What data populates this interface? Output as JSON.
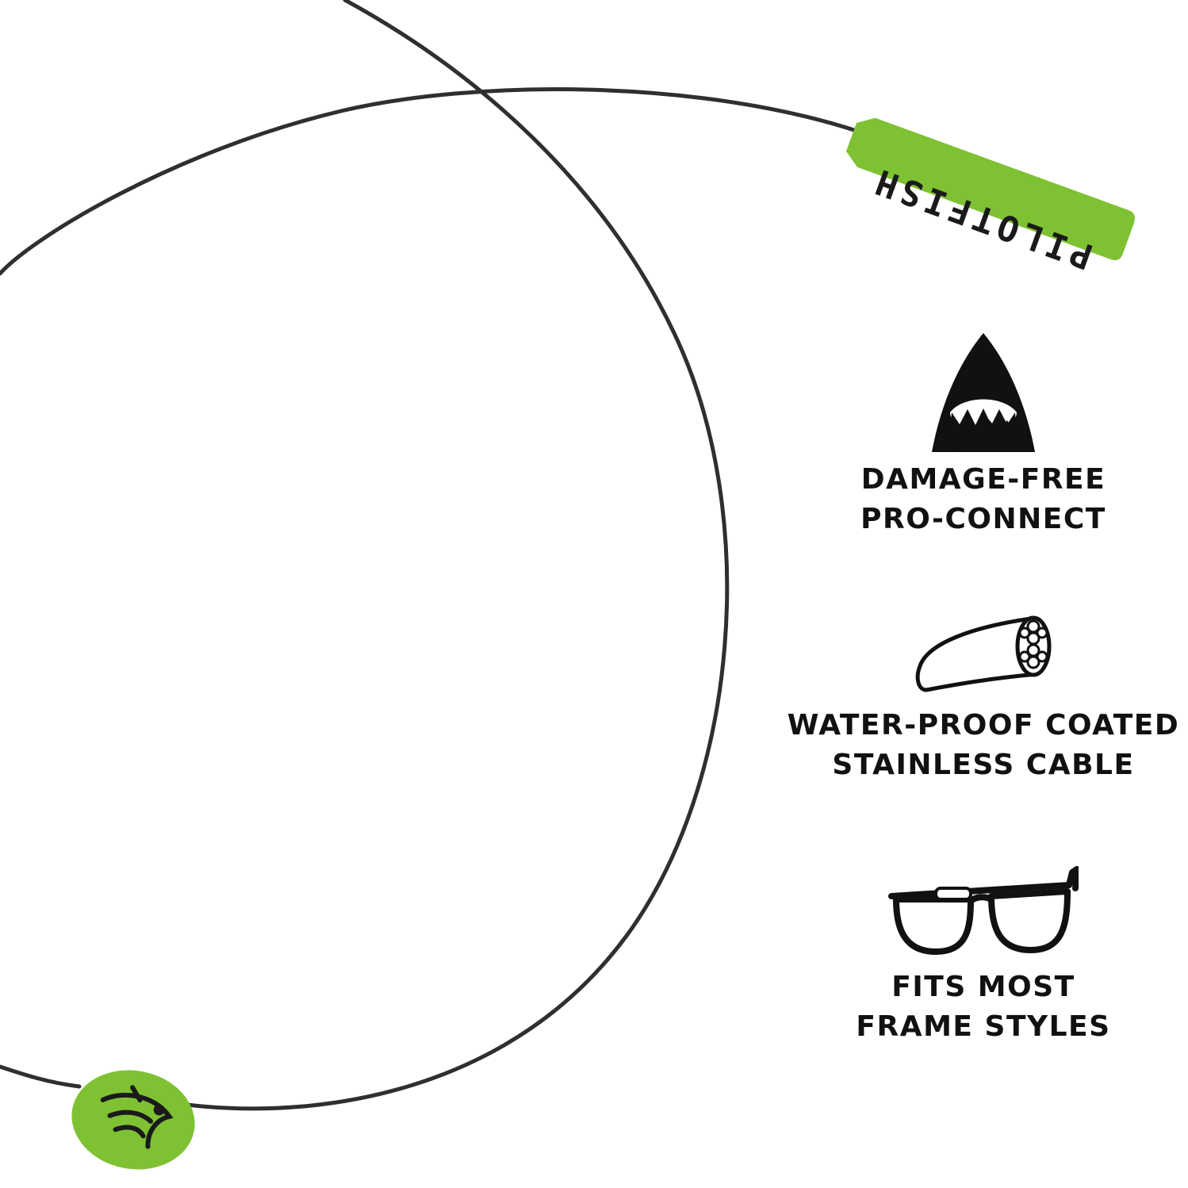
{
  "product": {
    "tip_brand_text": "PILOTFISH",
    "accent_color": "#7ec233",
    "cable_color": "#2f2f2f"
  },
  "features": [
    {
      "icon": "shark-jaw-icon",
      "label": "DAMAGE-FREE\nPRO-CONNECT"
    },
    {
      "icon": "cable-strands-icon",
      "label": "WATER-PROOF COATED\nSTAINLESS CABLE"
    },
    {
      "icon": "eyeglasses-icon",
      "label": "FITS MOST\nFRAME STYLES"
    }
  ]
}
